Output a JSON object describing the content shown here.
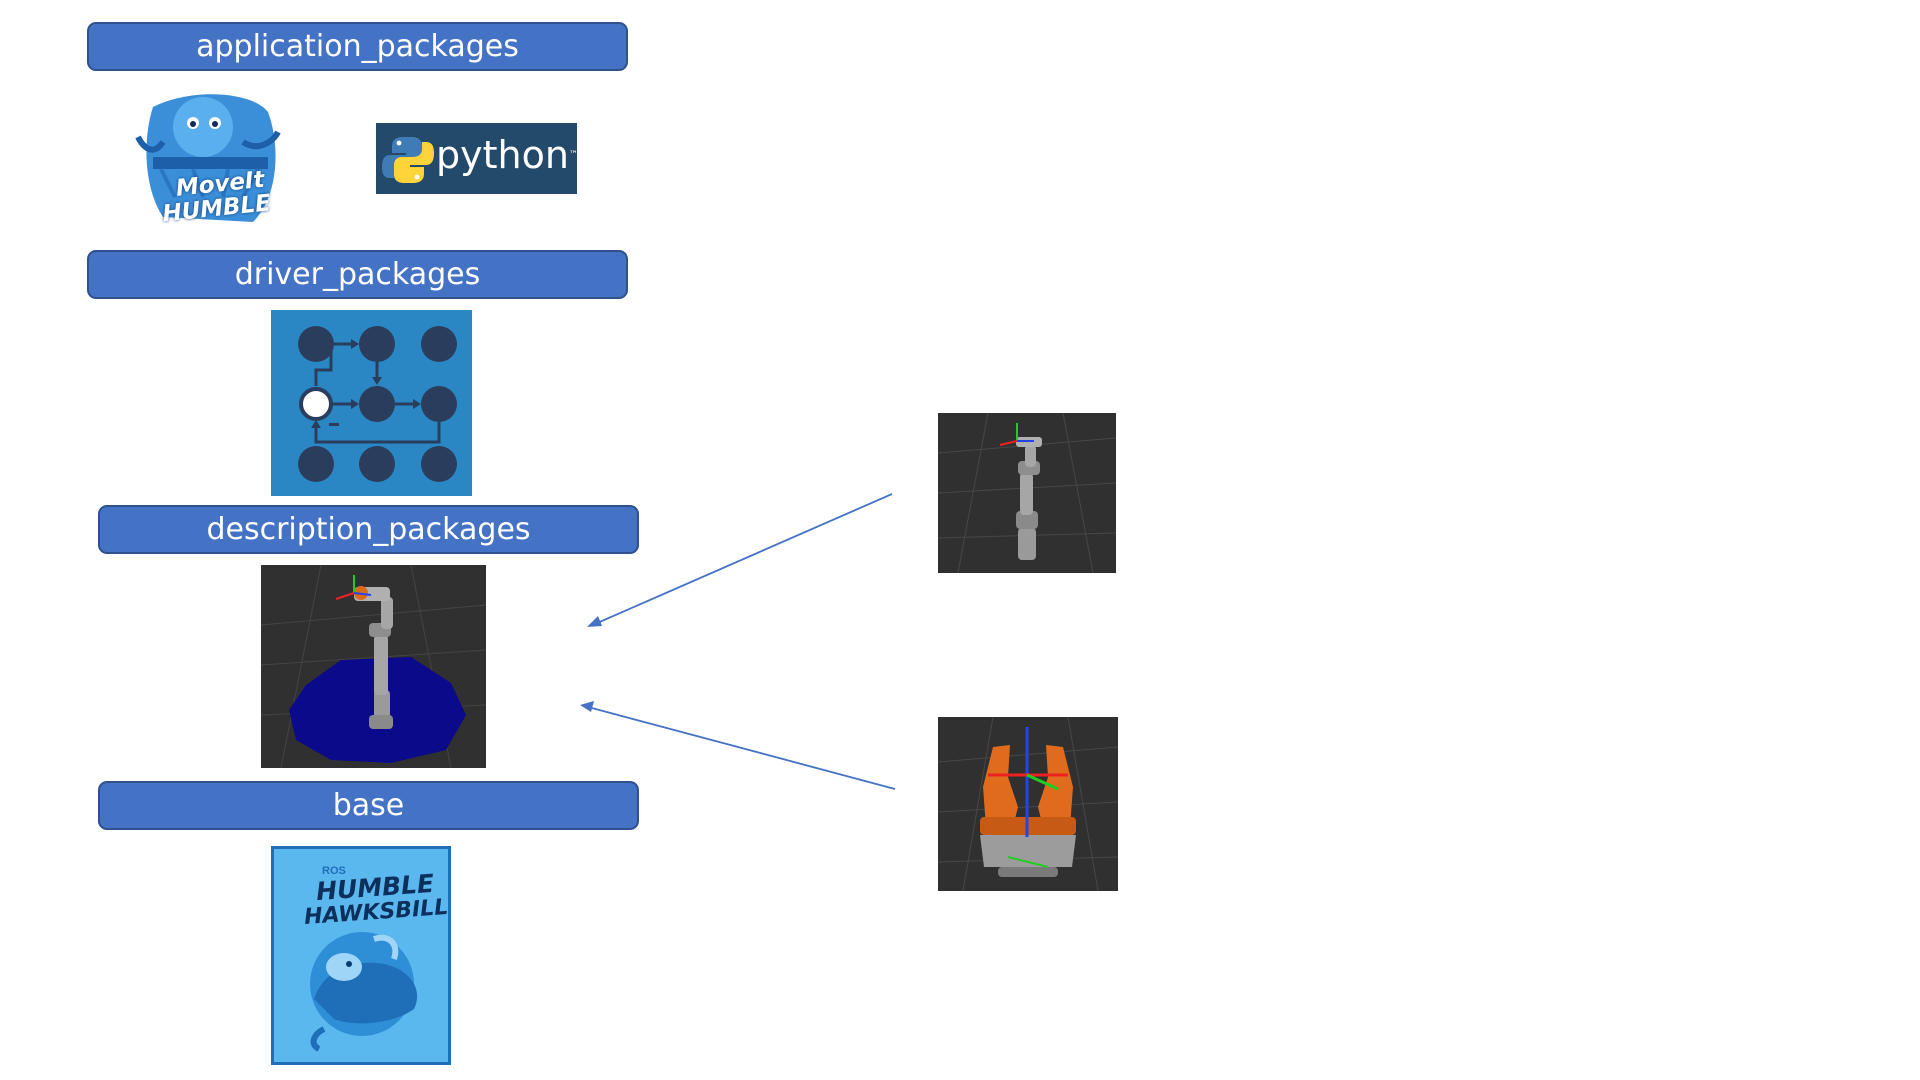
{
  "layers": [
    {
      "label": "application_packages"
    },
    {
      "label": "driver_packages"
    },
    {
      "label": "description_packages"
    },
    {
      "label": "base"
    }
  ],
  "logos": {
    "moveit": {
      "line1": "MoveIt",
      "line2": "HUMBLE"
    },
    "python": {
      "wordmark": "python",
      "tm": "™"
    },
    "ros": {
      "small": "ROS",
      "line1": "HUMBLE",
      "line2": "HAWKSBILL"
    }
  },
  "icons": {
    "driver": "control-block-diagram-icon",
    "robot_combined": "robot-arm-on-base-render",
    "robot_arm": "robot-arm-render",
    "gripper": "gripper-render"
  },
  "colors": {
    "bar_fill": "#4472c4",
    "bar_border": "#2f528f",
    "arrow": "#4472c4",
    "render_bg": "#303030",
    "control_bg": "#2a87c4"
  }
}
